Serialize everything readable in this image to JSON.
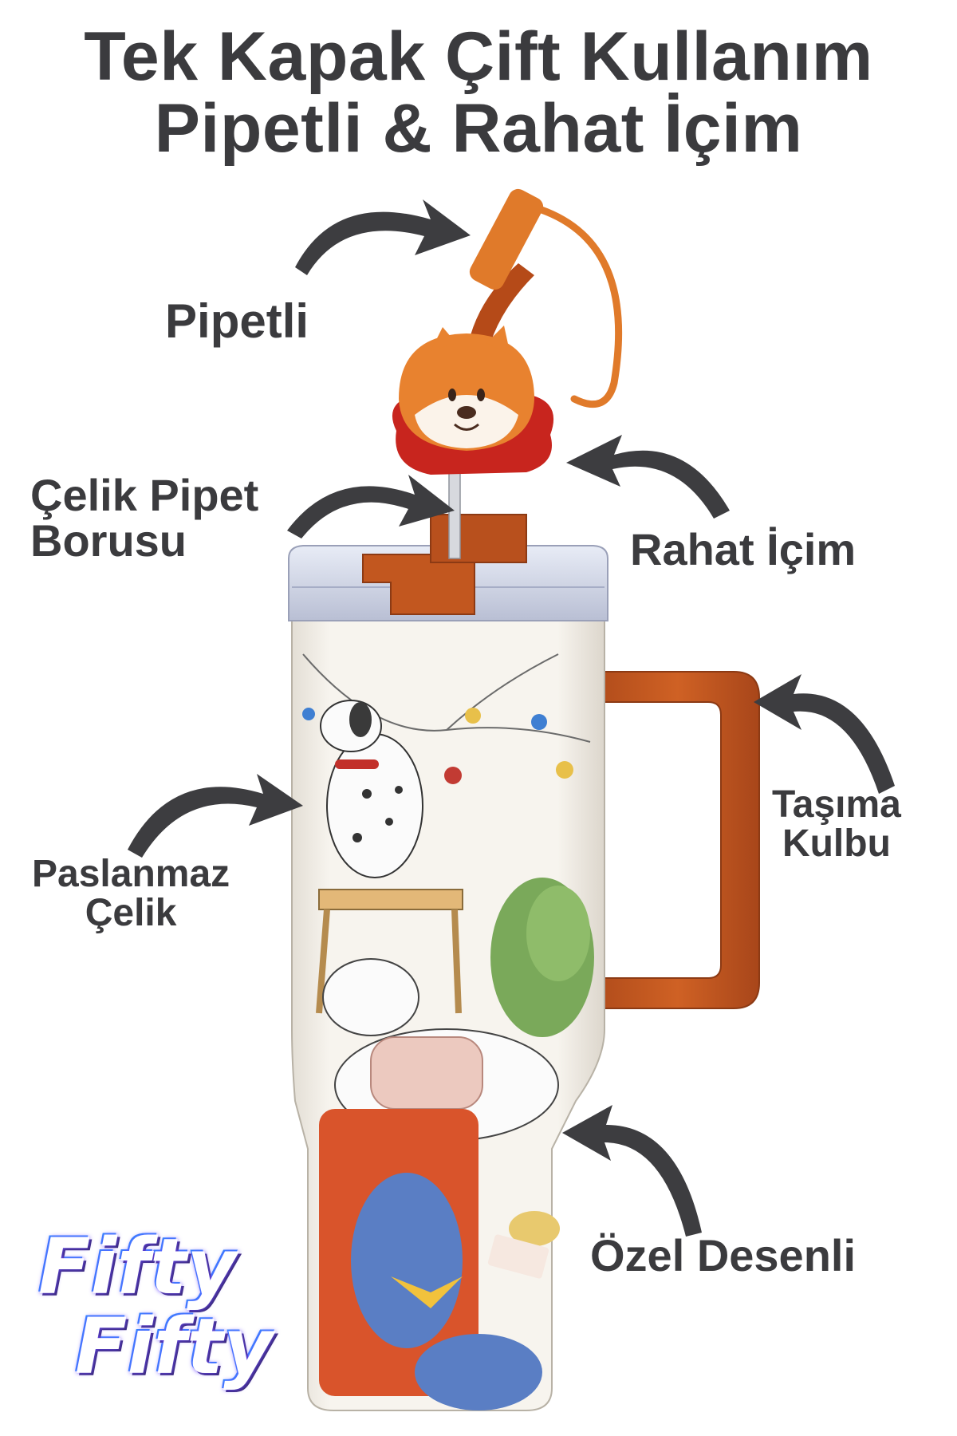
{
  "header": {
    "line1": "Tek Kapak Çift Kullanım",
    "line2": "Pipetli & Rahat İçim"
  },
  "callouts": {
    "straw": "Pipetli",
    "steel_straw_line1": "Çelik Pipet",
    "steel_straw_line2": "Borusu",
    "easy_drink": "Rahat İçim",
    "handle_line1": "Taşıma",
    "handle_line2": "Kulbu",
    "stainless_line1": "Paslanmaz",
    "stainless_line2": "Çelik",
    "pattern": "Özel Desenli"
  },
  "logo": {
    "line1": "Fifty",
    "line2": "Fifty"
  },
  "colors": {
    "text": "#3b3b3e",
    "arrow": "#3d3d40",
    "handle": "#c2571f",
    "straw": "#e07a2a",
    "cup_body": "#f4f1ea",
    "lid": "#cfd4e3"
  },
  "icons": {
    "straw_cap": "shiba-dog-cap-icon",
    "arrows": "curved-arrow-icon"
  }
}
